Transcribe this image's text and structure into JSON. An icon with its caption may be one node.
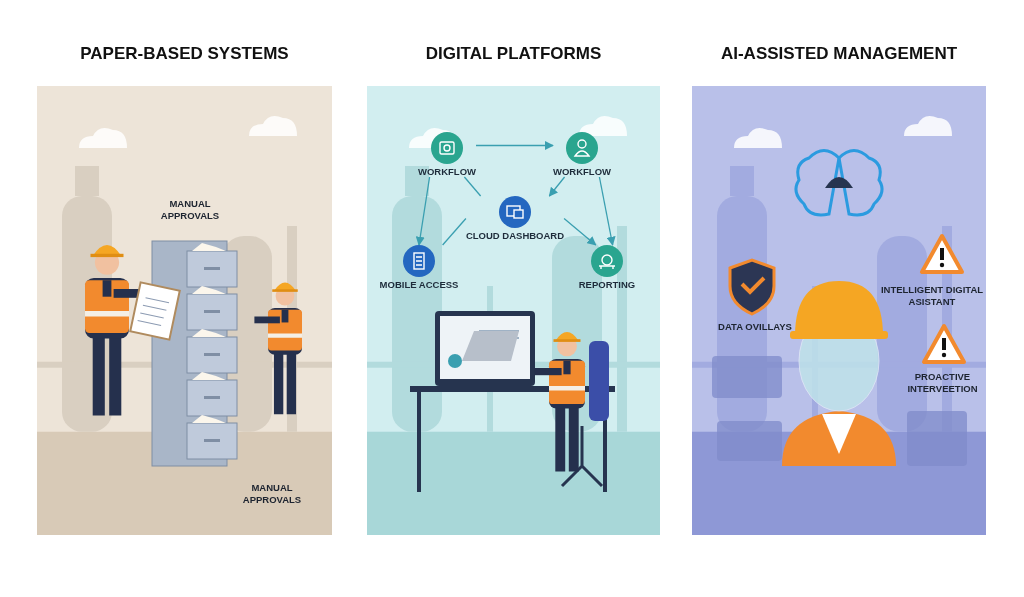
{
  "diagram": {
    "nodes": [
      {
        "text": [
          "PAPER-BASED SYSTEMS"
        ]
      },
      {
        "text": [
          "DIGITAL PLATFORMS"
        ]
      },
      {
        "text": [
          "AI-ASSISTED MANAGEMENT"
        ]
      },
      {
        "text": [
          "WORKFLOW"
        ],
        "in": 1
      },
      {
        "text": [
          "WORKFLOW"
        ],
        "in": 1
      },
      {
        "text": [
          "CLOUD DASHBOARD"
        ],
        "in": 1
      },
      {
        "text": [
          "MOBILE ACCESS"
        ],
        "in": 1
      },
      {
        "text": [
          "REPORTING"
        ],
        "in": 1
      }
    ],
    "edges": [
      {
        "from": 3,
        "to": 4,
        "arrow": "to"
      },
      {
        "from": 3,
        "to": 6,
        "arrow": "to"
      },
      {
        "from": 4,
        "to": 5,
        "arrow": "to"
      },
      {
        "from": 4,
        "to": 7,
        "arrow": "to"
      },
      {
        "from": 3,
        "to": 5,
        "arrow": "none"
      },
      {
        "from": 5,
        "to": 6,
        "arrow": "none"
      },
      {
        "from": 5,
        "to": 7,
        "arrow": "to"
      }
    ],
    "labels": [
      "MANUAL APPROVALS",
      "MANUAL APPROVALS",
      "INTELLIGENT DIGITAL ASISTANT",
      "DATA OVILLAYS",
      "PROACTIVE INTERVEETION"
    ]
  }
}
